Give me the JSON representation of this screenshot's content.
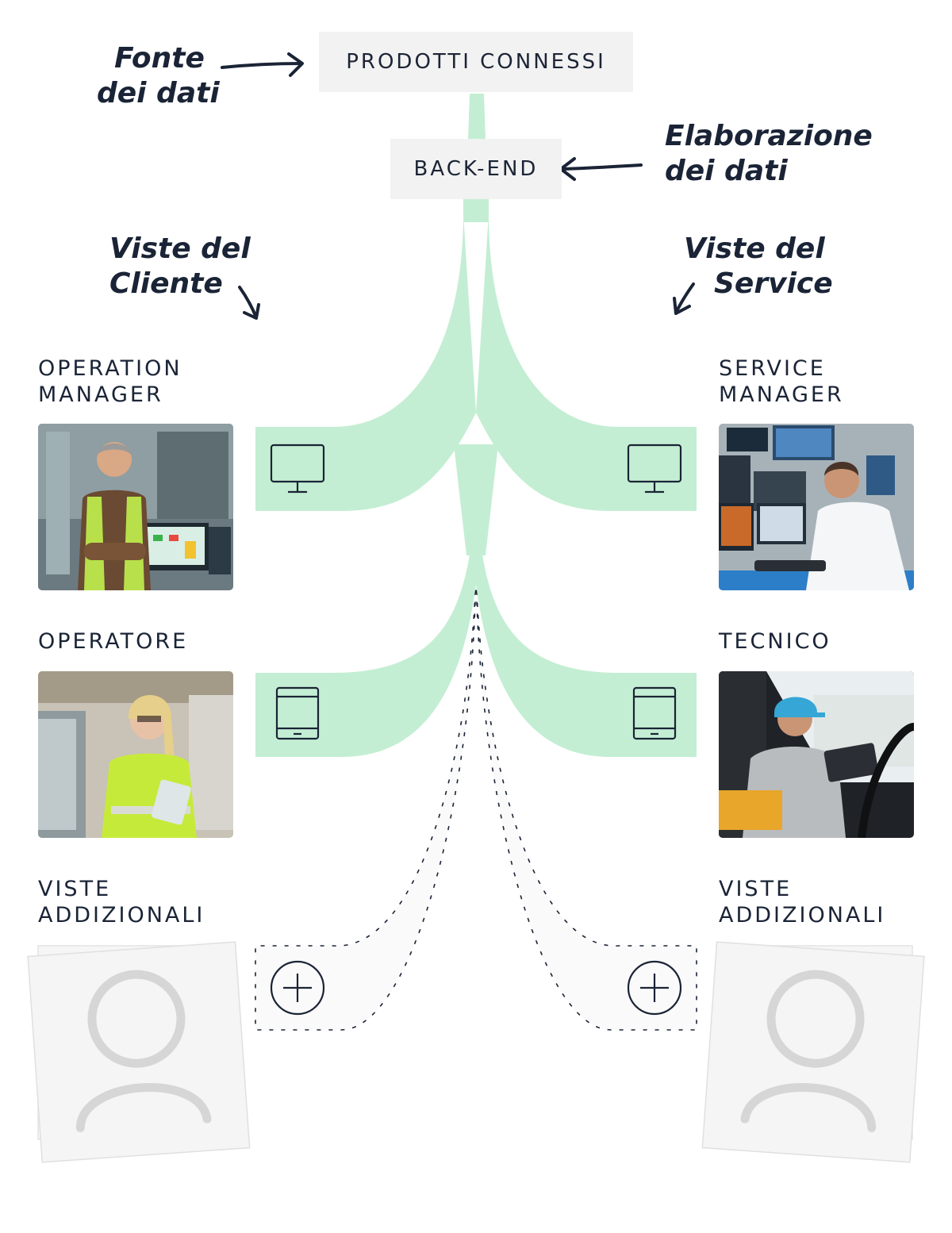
{
  "source_box": {
    "label": "PRODOTTI CONNESSI"
  },
  "backend_box": {
    "label": "BACK-END"
  },
  "annotations": {
    "source": [
      "Fonte",
      "dei dati"
    ],
    "processing": [
      "Elaborazione",
      "dei dati"
    ],
    "customer_views": [
      "Viste del",
      "Cliente"
    ],
    "service_views": [
      "Viste del",
      "Service"
    ]
  },
  "customer_roles": [
    {
      "lines": [
        "OPERATION",
        "MANAGER"
      ],
      "device_icon": "monitor-icon"
    },
    {
      "lines": [
        "OPERATORE"
      ],
      "device_icon": "tablet-icon"
    },
    {
      "lines": [
        "VISTE",
        "ADDIZIONALI"
      ],
      "device_icon": "plus-circle-icon"
    }
  ],
  "service_roles": [
    {
      "lines": [
        "SERVICE",
        "MANAGER"
      ],
      "device_icon": "monitor-icon"
    },
    {
      "lines": [
        "TECNICO"
      ],
      "device_icon": "tablet-icon"
    },
    {
      "lines": [
        "VISTE",
        "ADDIZIONALI"
      ],
      "device_icon": "plus-circle-icon"
    }
  ],
  "colors": {
    "flow": "#c3eed3",
    "box_bg": "#f2f2f2",
    "ink": "#1a2436",
    "dashed_fill": "#fafafa",
    "placeholder_icon": "#d6d6d6"
  }
}
